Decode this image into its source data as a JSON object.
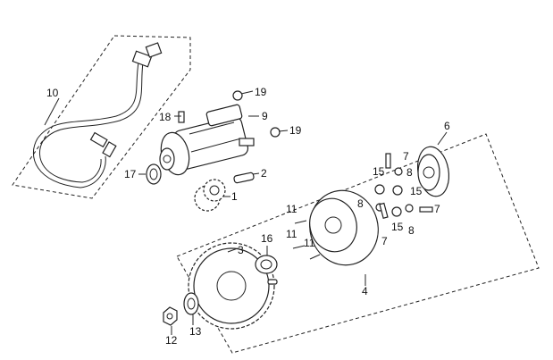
{
  "labels": {
    "l1": "1",
    "l2": "2",
    "l3": "3",
    "l4": "4",
    "l6": "6",
    "l7a": "7",
    "l7b": "7",
    "l7c": "7",
    "l8a": "8",
    "l8b": "8",
    "l8c": "8",
    "l9": "9",
    "l10": "10",
    "l11a": "11",
    "l11b": "11",
    "l11c": "11",
    "l12": "12",
    "l13": "13",
    "l15a": "15",
    "l15b": "15",
    "l15c": "15",
    "l16": "16",
    "l17": "17",
    "l18": "18",
    "l19a": "19",
    "l19b": "19"
  }
}
